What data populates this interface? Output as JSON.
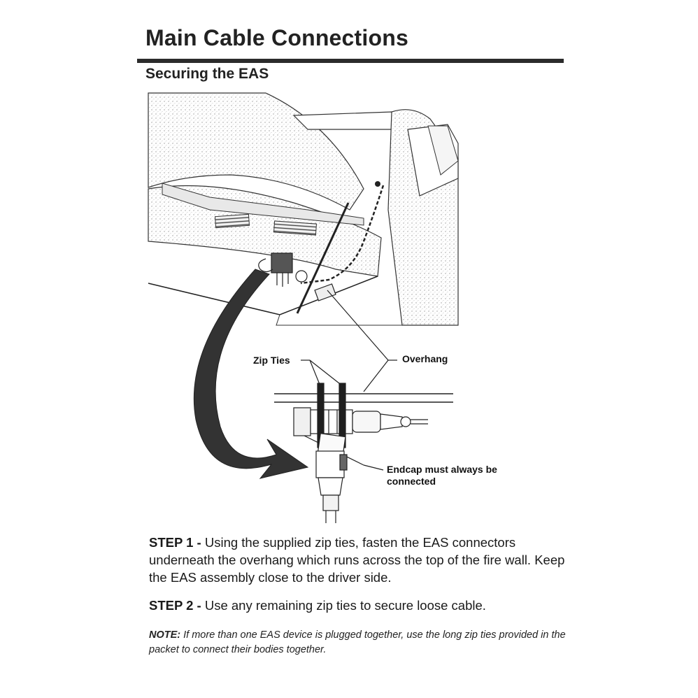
{
  "title": "Main Cable Connections",
  "subtitle": "Securing the EAS",
  "labels": {
    "zip_ties": "Zip Ties",
    "overhang": "Overhang",
    "endcap": "Endcap must always be connected"
  },
  "steps": [
    {
      "label": "STEP 1 -",
      "text": "Using the supplied zip ties, fasten the EAS connectors underneath the overhang which runs across the top of the fire wall. Keep the EAS assembly close to the driver side."
    },
    {
      "label": "STEP 2 -",
      "text": "Use any remaining zip ties to secure loose cable."
    }
  ],
  "note": {
    "label": "NOTE:",
    "text": "If more than one EAS device is plugged together, use the long zip ties provided in the packet to connect their bodies together."
  }
}
